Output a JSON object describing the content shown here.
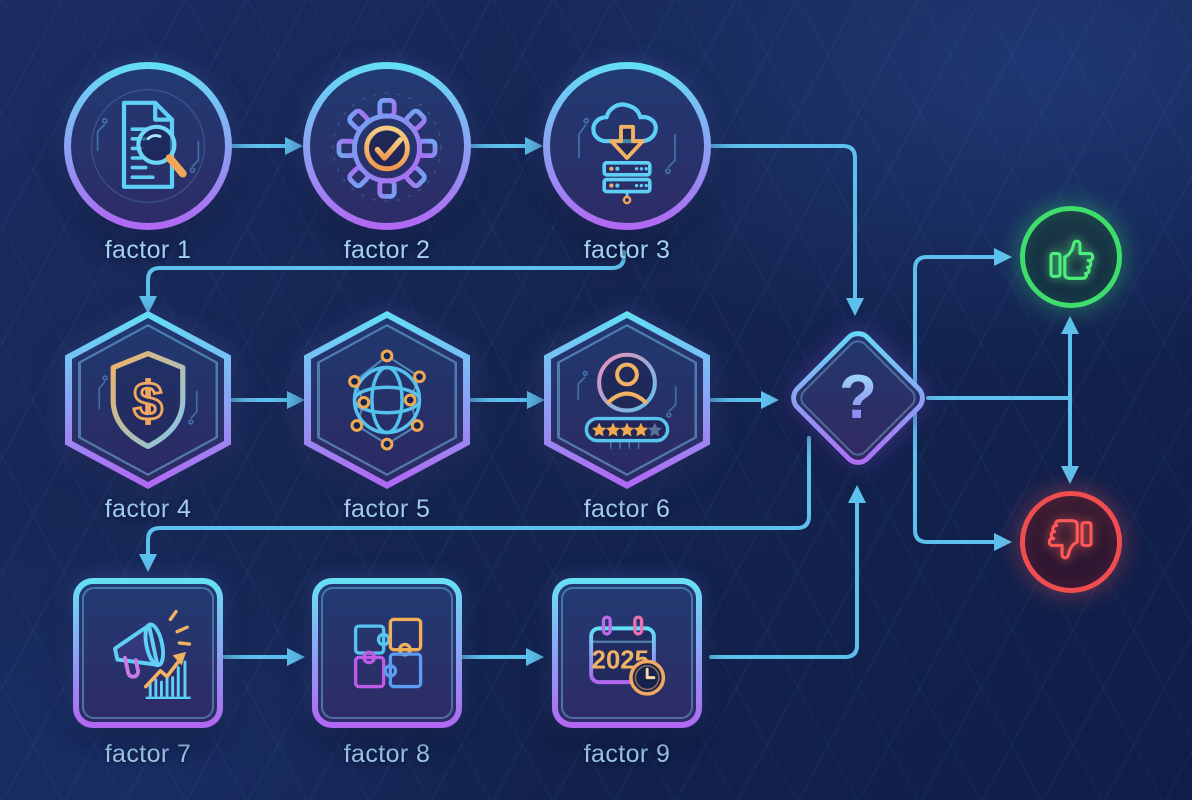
{
  "diagram": {
    "nodes": [
      {
        "id": "factor-1",
        "label": "factor 1",
        "shape": "circle",
        "icon": "document-search-icon"
      },
      {
        "id": "factor-2",
        "label": "factor 2",
        "shape": "circle",
        "icon": "gear-check-icon"
      },
      {
        "id": "factor-3",
        "label": "factor 3",
        "shape": "circle",
        "icon": "cloud-download-server-icon"
      },
      {
        "id": "factor-4",
        "label": "factor 4",
        "shape": "hexagon",
        "icon": "shield-dollar-icon"
      },
      {
        "id": "factor-5",
        "label": "factor 5",
        "shape": "hexagon",
        "icon": "globe-network-icon"
      },
      {
        "id": "factor-6",
        "label": "factor 6",
        "shape": "hexagon",
        "icon": "user-rating-icon",
        "rating": {
          "filled": 4,
          "total": 5
        }
      },
      {
        "id": "factor-7",
        "label": "factor 7",
        "shape": "square",
        "icon": "megaphone-growth-icon"
      },
      {
        "id": "factor-8",
        "label": "factor 8",
        "shape": "square",
        "icon": "puzzle-icon"
      },
      {
        "id": "factor-9",
        "label": "factor 9",
        "shape": "square",
        "icon": "calendar-clock-icon"
      }
    ],
    "decision": {
      "symbol": "?",
      "shape": "diamond",
      "icon": "question-mark-icon"
    },
    "outcomes": [
      {
        "id": "approve",
        "icon": "thumbs-up-icon",
        "color": "#3fdd6c"
      },
      {
        "id": "reject",
        "icon": "thumbs-down-icon",
        "color": "#ef4d4f"
      }
    ],
    "icon_text": {
      "shield_symbol": "$",
      "calendar_year": "2025"
    },
    "colors": {
      "background": "#152550",
      "connector": "#5ec1ed",
      "node_border_top": "#62dff5",
      "node_border_bottom": "#b266f2",
      "label_text": "#a4d0ef",
      "accent_orange": "#f2a860",
      "approve_green": "#3fdd6c",
      "reject_red": "#ef4d4f"
    }
  }
}
